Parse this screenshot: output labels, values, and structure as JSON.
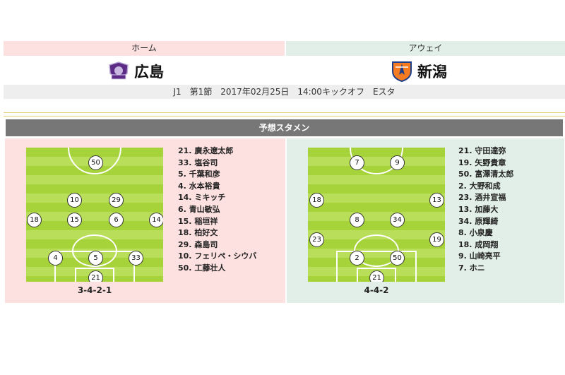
{
  "header": {
    "home_label": "ホーム",
    "away_label": "アウェイ",
    "home_team": "広島",
    "away_team": "新潟",
    "match_info": "J1　第1節　2017年02月25日　14:00キックオフ　Eスタ"
  },
  "section_title": "予想スタメン",
  "home": {
    "formation": "3-4-2-1",
    "players": [
      "50",
      "10",
      "29",
      "18",
      "15",
      "6",
      "14",
      "4",
      "5",
      "33",
      "21"
    ],
    "roster": [
      "21. 廣永遼太郎",
      "33. 塩谷司",
      "5. 千葉和彦",
      "4. 水本裕貴",
      "14. ミキッチ",
      "6. 青山敏弘",
      "15. 稲垣祥",
      "18. 柏好文",
      "29. 森島司",
      "10. フェリペ・シウバ",
      "50. 工藤壮人"
    ]
  },
  "away": {
    "formation": "4-4-2",
    "players": [
      "7",
      "9",
      "18",
      "13",
      "8",
      "34",
      "23",
      "19",
      "2",
      "50",
      "21"
    ],
    "roster": [
      "21. 守田達弥",
      "19. 矢野貴章",
      "50. 富澤清太郎",
      "2. 大野和成",
      "23. 酒井宣福",
      "13. 加藤大",
      "34. 原輝綺",
      "8. 小泉慶",
      "18. 成岡翔",
      "9. 山崎亮平",
      "7. ホニ"
    ]
  },
  "colors": {
    "home_bg": "#fde0e0",
    "away_bg": "#e2efe8",
    "section_bar": "#777777",
    "pitch": "#a6d33a"
  }
}
